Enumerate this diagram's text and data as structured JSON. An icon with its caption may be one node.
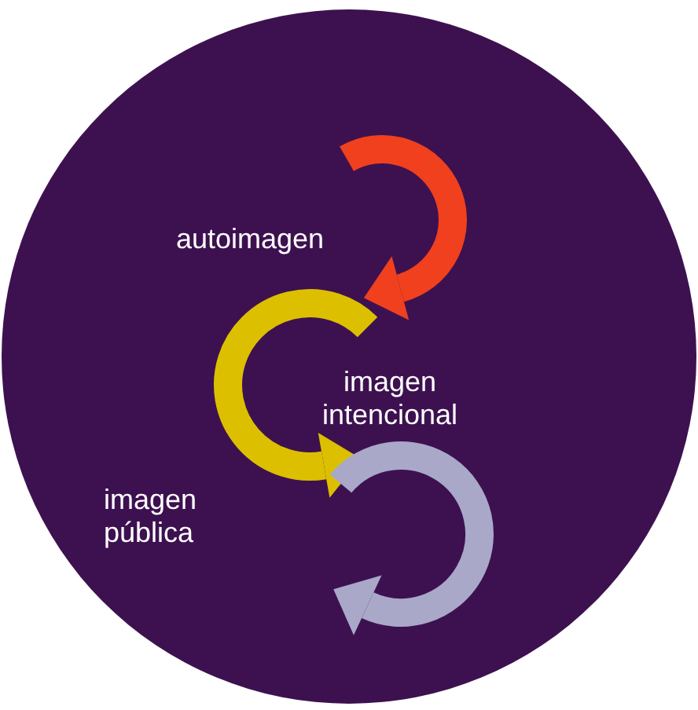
{
  "diagram": {
    "labels": [
      "autoimagen",
      "imagen intencional",
      "imagen pública"
    ]
  }
}
